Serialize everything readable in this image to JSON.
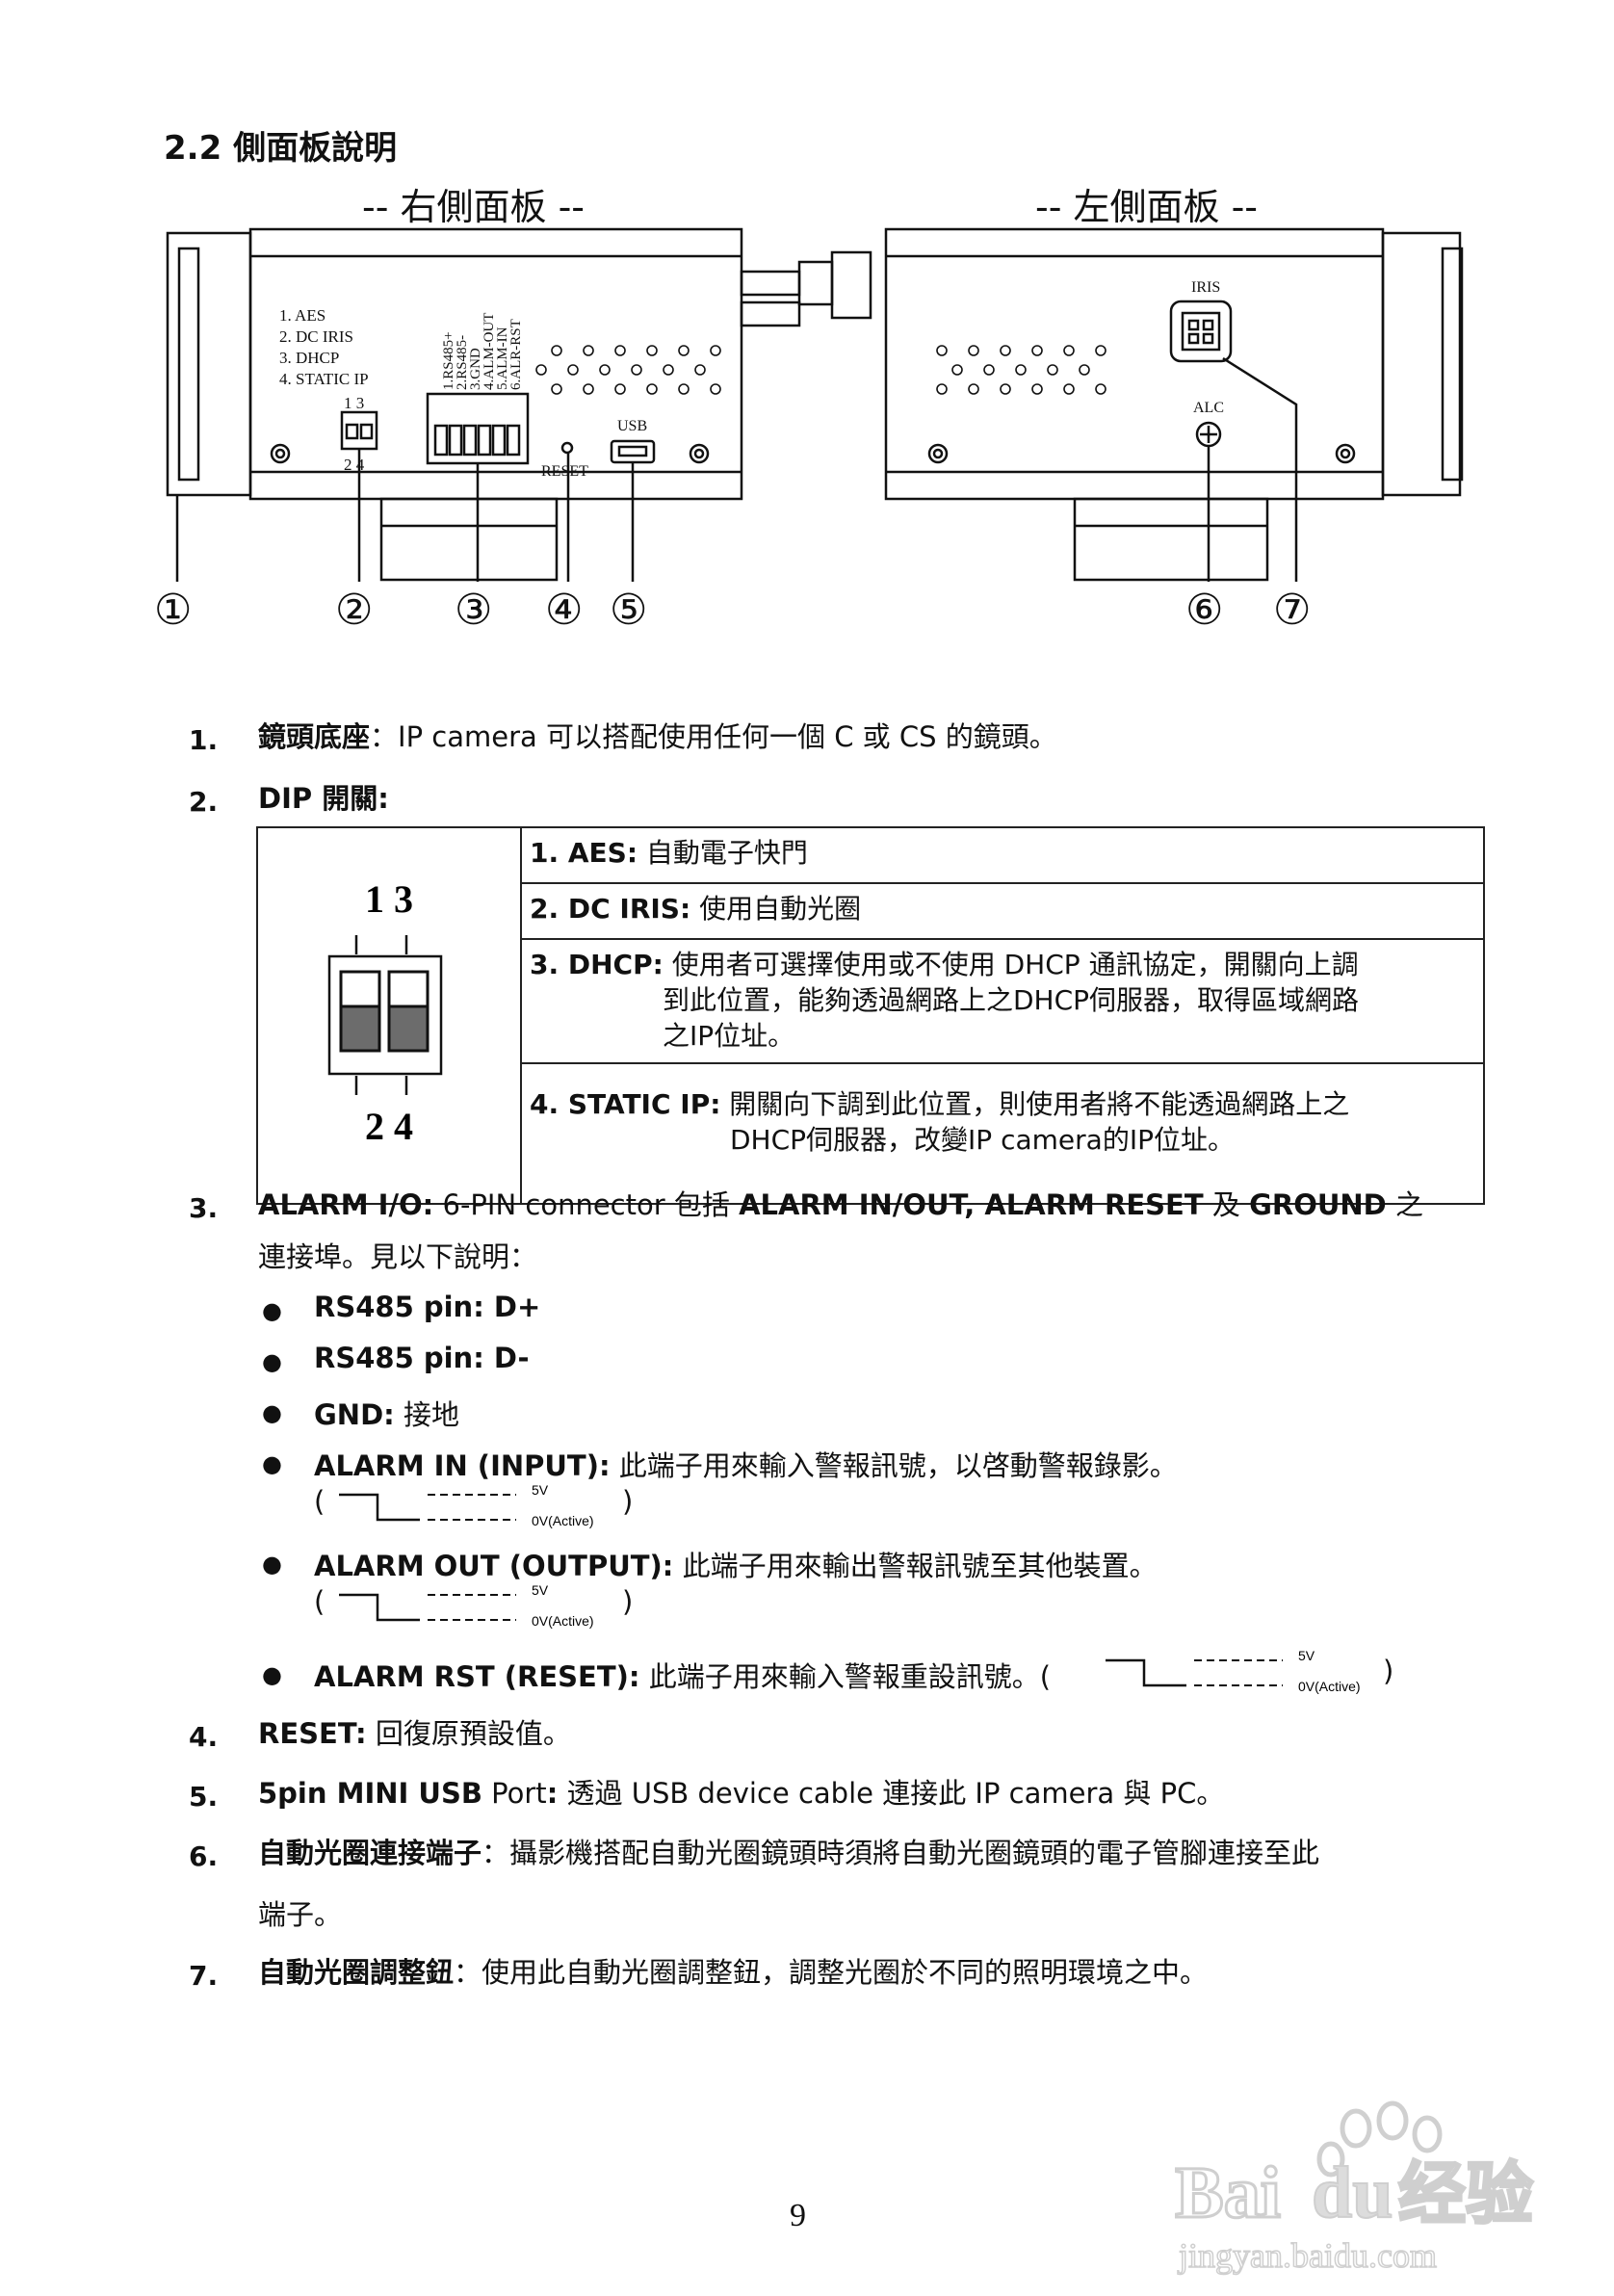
{
  "section_title": "2.2 側面板說明",
  "right_panel_caption": "-- 右側面板 --",
  "left_panel_caption": "-- 左側面板 --",
  "right_panel": {
    "dip_legend": [
      "1. AES",
      "2. DC IRIS",
      "3. DHCP",
      "4.  STATIC  IP"
    ],
    "dip_top_digits": "1 3",
    "dip_bottom_digits": "2 4",
    "connector_pins": [
      "1.RS485+",
      "2.RS485-",
      "3.GND",
      "4.ALM-OUT",
      "5.ALM-IN",
      "6.ALR-RST"
    ],
    "reset_label": "RESET",
    "usb_label": "USB"
  },
  "left_panel": {
    "iris_label": "IRIS",
    "alc_label": "ALC"
  },
  "callouts": [
    "①",
    "②",
    "③",
    "④",
    "⑤",
    "⑥",
    "⑦"
  ],
  "items": {
    "i1": {
      "num": "1.",
      "title": "鏡頭底座",
      "text": "：IP camera 可以搭配使用任何一個 C 或 CS 的鏡頭。"
    },
    "i2": {
      "num": "2.",
      "title": "DIP 開關:"
    },
    "i3": {
      "num": "3.",
      "title": "ALARM I/O:",
      "text1": "6-PIN connector 包括 ",
      "bold1": "ALARM IN/OUT, ALARM RESET",
      "text2": " 及 ",
      "bold2": "GROUND",
      "text3": " 之",
      "line2": "連接埠。見以下說明："
    },
    "i4": {
      "num": "4.",
      "title": "RESET:",
      "text": " 回復原預設值。"
    },
    "i5": {
      "num": "5.",
      "title": "5pin MINI USB",
      "text": " Port",
      "colon": ":",
      "text2": " 透過 USB device cable 連接此 IP camera 與 PC。"
    },
    "i6": {
      "num": "6.",
      "title": "自動光圈連接端子",
      "text": "：攝影機搭配自動光圈鏡頭時須將自動光圈鏡頭的電子管腳連接至此",
      "line2": "端子。"
    },
    "i7": {
      "num": "7.",
      "title": "自動光圈調整鈕",
      "text": "：使用此自動光圈調整鈕，調整光圈於不同的照明環境之中。"
    }
  },
  "dip_table": {
    "top_digits": "1  3",
    "bottom_digits": "2  4",
    "rows": [
      {
        "label": "1. AES:",
        "text": " 自動電子快門"
      },
      {
        "label": "2. DC IRIS:",
        "text": " 使用自動光圈"
      },
      {
        "label": "3. DHCP:",
        "text": " 使用者可選擇使用或不使用 DHCP 通訊協定，開關向上調",
        "text2": "到此位置，能夠透過網路上之DHCP伺服器，取得區域網路",
        "text3": "之IP位址。"
      },
      {
        "label": "4. STATIC IP:",
        "text": " 開關向下調到此位置，則使用者將不能透過網路上之",
        "text2": "DHCP伺服器，改變IP camera的IP位址。"
      }
    ]
  },
  "bullets": [
    {
      "bold": "RS485 pin: D+",
      "text": ""
    },
    {
      "bold": "RS485 pin: D-",
      "text": ""
    },
    {
      "bold": "GND:",
      "text": " 接地"
    },
    {
      "bold": "ALARM IN (INPUT):",
      "text": " 此端子用來輸入警報訊號，以啓動警報錄影。"
    },
    {
      "bold": "ALARM OUT (OUTPUT):",
      "text": " 此端子用來輸出警報訊號至其他裝置。"
    },
    {
      "bold": "ALARM RST (RESET):",
      "text": " 此端子用來輸入警報重設訊號。("
    }
  ],
  "signal": {
    "high": "5V",
    "low": "0V(Active)",
    "open": "(",
    "close": ")"
  },
  "page_number": "9",
  "watermark": {
    "brand": "Bai",
    "brand2": "du",
    "cn": "经验",
    "url": "jingyan.baidu.com"
  }
}
